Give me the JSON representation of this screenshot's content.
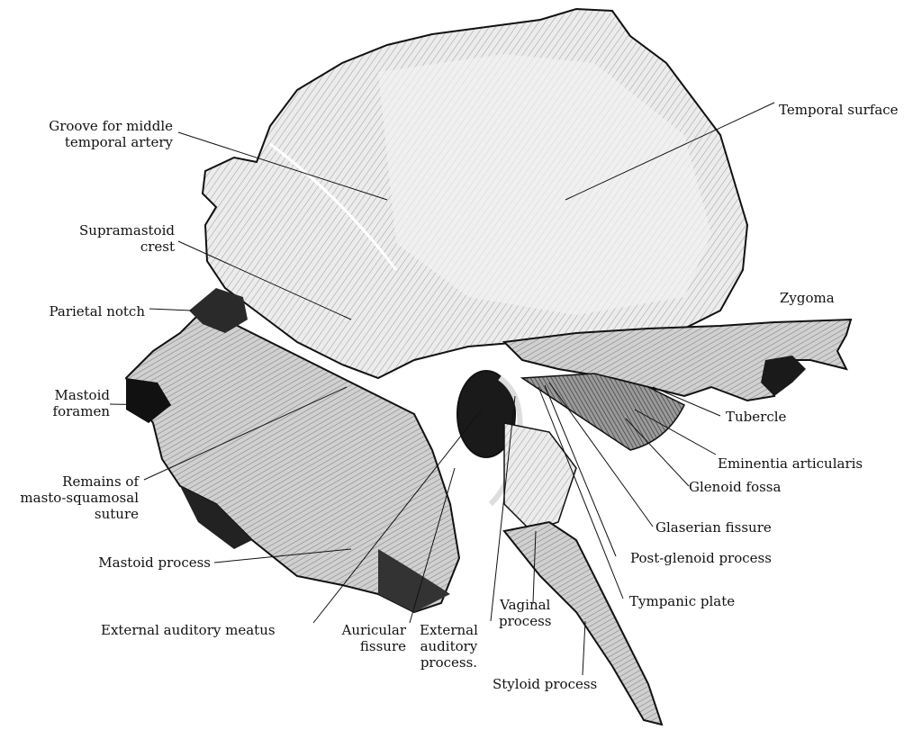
{
  "figure": {
    "subject": "Temporal bone, lateral view",
    "colors": {
      "ink": "#111111",
      "background": "#ffffff",
      "bone_light": "#e4e4e4",
      "bone_mid": "#b5b5b5",
      "bone_dark": "#4a4a4a"
    }
  },
  "labels": {
    "groove": {
      "line1": "Groove for middle",
      "line2": "temporal artery"
    },
    "supramastoid": {
      "line1": "Supramastoid",
      "line2": "crest"
    },
    "parietal_notch": {
      "line1": "Parietal notch"
    },
    "mastoid_foramen": {
      "line1": "Mastoid",
      "line2": "foramen"
    },
    "remains": {
      "line1": "Remains of",
      "line2": "masto-squamosal",
      "line3": "suture"
    },
    "mastoid_process": {
      "line1": "Mastoid process"
    },
    "ext_aud_meatus": {
      "line1": "External auditory meatus"
    },
    "auricular_fissure": {
      "line1": "Auricular",
      "line2": "fissure"
    },
    "ext_aud_process": {
      "line1": "External",
      "line2": "auditory",
      "line3": "process."
    },
    "vaginal_process": {
      "line1": "Vaginal",
      "line2": "process"
    },
    "styloid_process": {
      "line1": "Styloid process"
    },
    "tympanic_plate": {
      "line1": "Tympanic plate"
    },
    "post_glenoid": {
      "line1": "Post-glenoid process"
    },
    "glaserian_fissure": {
      "line1": "Glaserian fissure"
    },
    "glenoid_fossa": {
      "line1": "Glenoid fossa"
    },
    "eminentia": {
      "line1": "Eminentia articularis"
    },
    "tubercle": {
      "line1": "Tubercle"
    },
    "zygoma": {
      "line1": "Zygoma"
    },
    "temporal_surface": {
      "line1": "Temporal surface"
    }
  }
}
